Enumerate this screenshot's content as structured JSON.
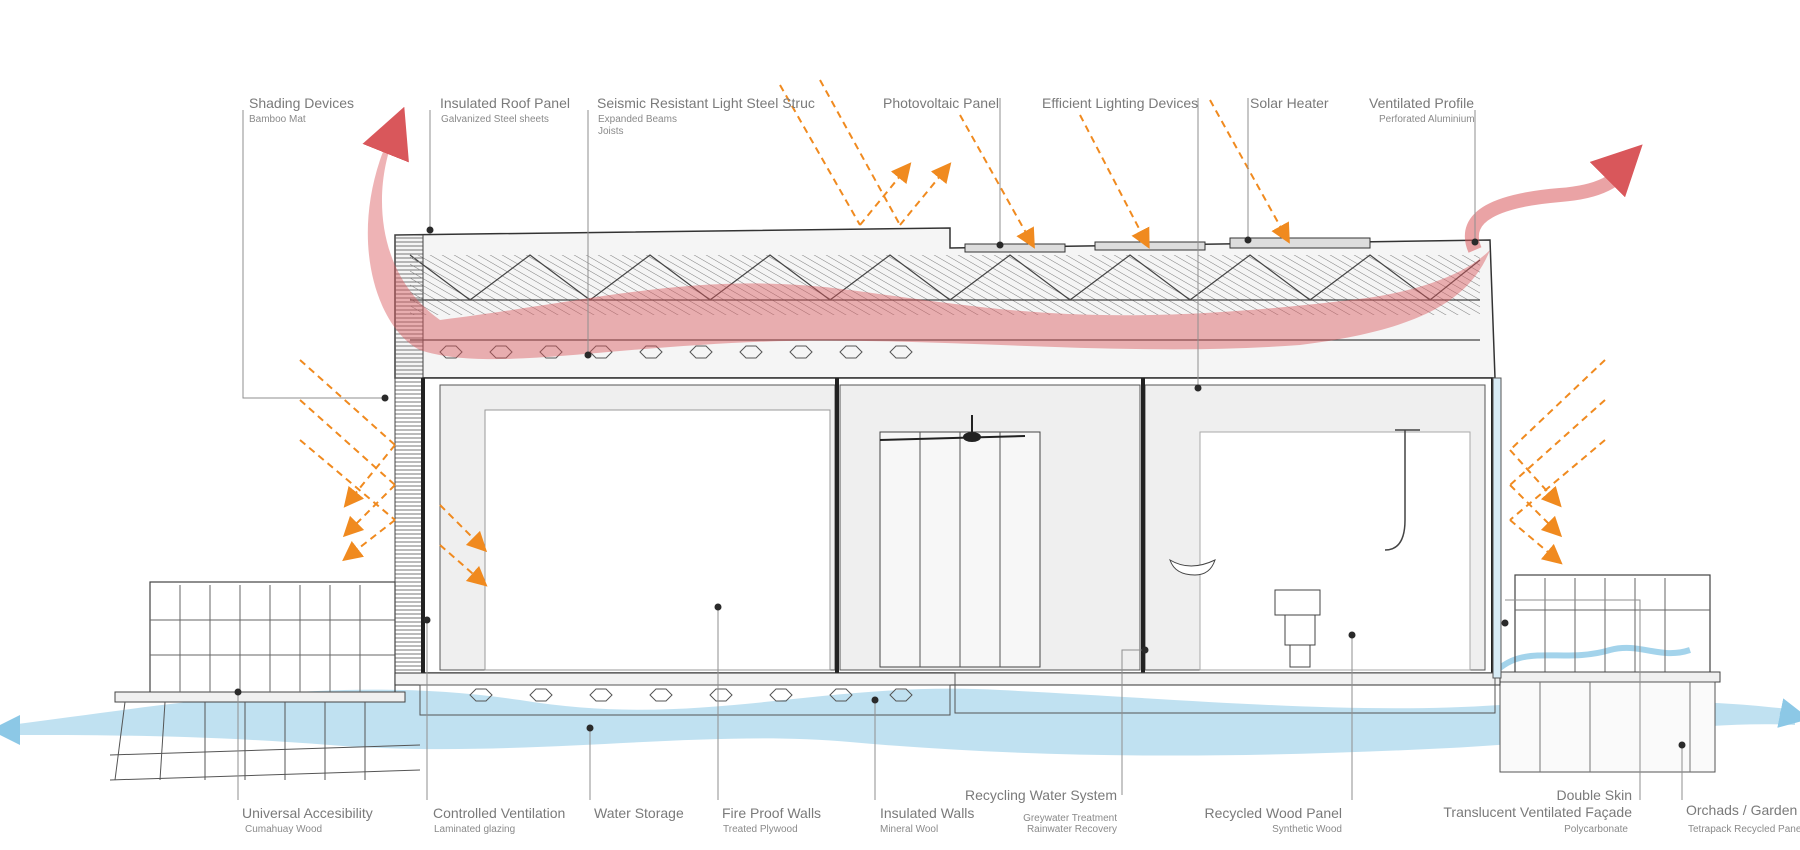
{
  "labels_top": [
    {
      "id": "shading-devices",
      "title": "Shading Devices",
      "subtitle": [
        "Bamboo Mat"
      ]
    },
    {
      "id": "insulated-roof-panel",
      "title": "Insulated Roof Panel",
      "subtitle": [
        "Galvanized Steel sheets"
      ]
    },
    {
      "id": "seismic-resistant-structure",
      "title": "Seismic Resistant Light Steel Struc",
      "subtitle": [
        "Expanded Beams",
        "Joists"
      ]
    },
    {
      "id": "photovoltaic-panel",
      "title": "Photovoltaic Panel",
      "subtitle": []
    },
    {
      "id": "efficient-lighting-devices",
      "title": "Efficient Lighting Devices",
      "subtitle": []
    },
    {
      "id": "solar-heater",
      "title": "Solar Heater",
      "subtitle": []
    },
    {
      "id": "ventilated-profile",
      "title": "Ventilated Profile",
      "subtitle": [
        "Perforated Aluminium"
      ]
    }
  ],
  "labels_bottom": [
    {
      "id": "universal-accesibility",
      "title": "Universal Accesibility",
      "subtitle": [
        "Cumahuay Wood"
      ]
    },
    {
      "id": "controlled-ventilation",
      "title": "Controlled Ventilation",
      "subtitle": [
        "Laminated glazing"
      ]
    },
    {
      "id": "water-storage",
      "title": "Water Storage",
      "subtitle": []
    },
    {
      "id": "fire-proof-walls",
      "title": "Fire Proof Walls",
      "subtitle": [
        "Treated Plywood"
      ]
    },
    {
      "id": "insulated-walls",
      "title": "Insulated Walls",
      "subtitle": [
        "Mineral Wool"
      ]
    },
    {
      "id": "recycling-water-system",
      "title": "Recycling Water System",
      "subtitle": [
        "Greywater Treatment",
        "Rainwater Recovery"
      ]
    },
    {
      "id": "recycled-wood-panel",
      "title": "Recycled Wood Panel",
      "subtitle": [
        "Synthetic Wood"
      ]
    },
    {
      "id": "double-skin",
      "title": "Double Skin",
      "title2": "Translucent Ventilated Façade",
      "subtitle": [
        "Polycarbonate"
      ]
    },
    {
      "id": "orchads-garden",
      "title": "Orchads / Garden",
      "subtitle": [
        "Tetrapack Recycled Panel"
      ]
    }
  ],
  "colors": {
    "hot_air": "#d9575b",
    "water": "#8cc8e6",
    "sun": "#f08a1f",
    "structure": "#3a3a3a",
    "interior": "#efefef"
  }
}
